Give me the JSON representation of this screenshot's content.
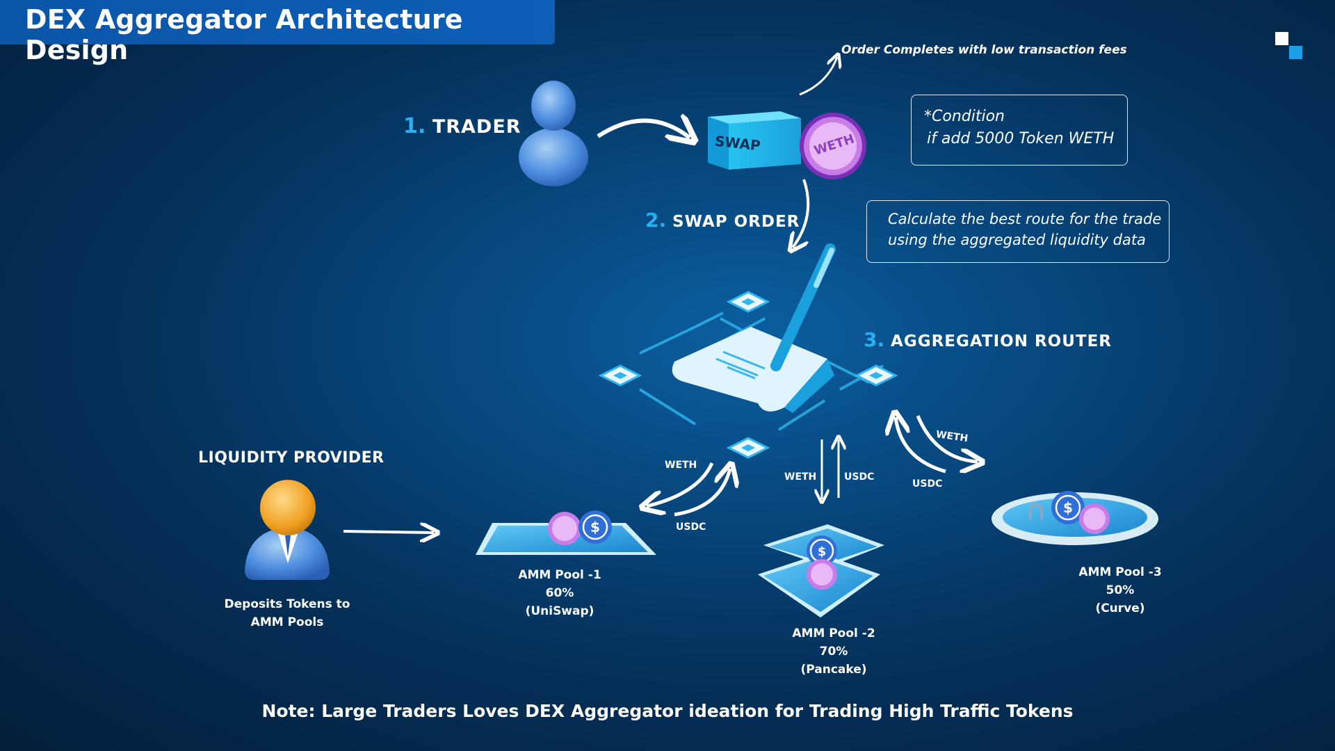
{
  "title": "DEX Aggregator Architecture Design",
  "steps": {
    "trader": {
      "num": "1.",
      "label": "TRADER"
    },
    "swap_order": {
      "num": "2.",
      "label": "SWAP ORDER"
    },
    "router": {
      "num": "3.",
      "label": "AGGREGATION ROUTER"
    }
  },
  "order_complete": "Order Completes with low transaction fees",
  "condition_box": {
    "line1": "*Condition",
    "line2": "if add 5000 Token WETH"
  },
  "route_box": {
    "line1": "Calculate the best route for the trade",
    "line2": "using the aggregated liquidity data"
  },
  "swap_label": "SWAP",
  "token_weth": "WETH",
  "liquidity_provider": {
    "heading": "LIQUIDITY PROVIDER",
    "caption_line1": "Deposits Tokens to",
    "caption_line2": "AMM Pools"
  },
  "pools": [
    {
      "name": "AMM Pool -1",
      "pct": "60%",
      "dex": "(UniSwap)"
    },
    {
      "name": "AMM Pool -2",
      "pct": "70%",
      "dex": "(Pancake)"
    },
    {
      "name": "AMM Pool -3",
      "pct": "50%",
      "dex": "(Curve)"
    }
  ],
  "flows": {
    "pool1_weth": "WETH",
    "pool1_usdc": "USDC",
    "pool2_weth": "WETH",
    "pool2_usdc": "USDC",
    "pool3_weth": "WETH",
    "pool3_usdc": "USDC"
  },
  "note": "Note: Large Traders Loves DEX Aggregator ideation for Trading High Traffic Tokens",
  "colors": {
    "accent": "#2ab0f0",
    "banner": "#0a55a8",
    "token_purple": "#c77ce8",
    "usdc_blue": "#2f6fd6"
  }
}
